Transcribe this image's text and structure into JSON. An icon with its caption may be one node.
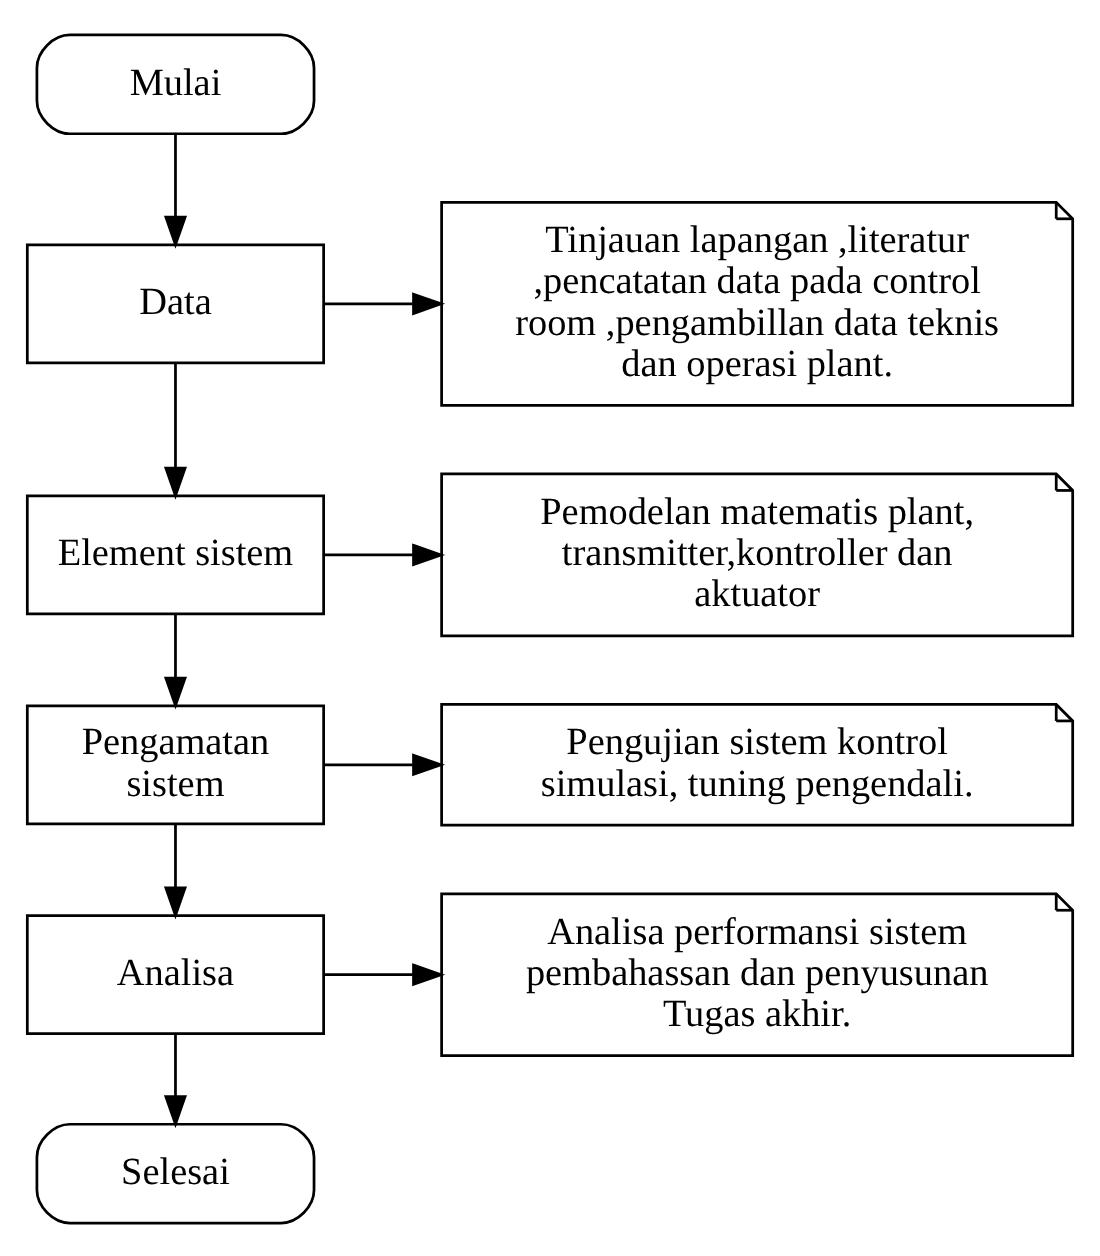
{
  "diagram": {
    "nodes": [
      {
        "text": [
          "Mulai"
        ]
      },
      {
        "text": [
          "Data"
        ]
      },
      {
        "text": [
          "Tinjauan lapangan ,literatur ,pencatatan data pada control room ,pengambillan data teknis dan operasi plant."
        ]
      },
      {
        "text": [
          "Element sistem"
        ]
      },
      {
        "text": [
          "Pemodelan matematis plant, transmitter,kontroller dan aktuator"
        ]
      },
      {
        "text": [
          "Pengamatan sistem"
        ]
      },
      {
        "text": [
          "Pengujian sistem kontrol simulasi, tuning pengendali."
        ]
      },
      {
        "text": [
          "Analisa"
        ]
      },
      {
        "text": [
          "Analisa performansi sistem pembahassan dan penyusunan Tugas akhir."
        ]
      },
      {
        "text": [
          "Selesai"
        ]
      }
    ],
    "edges": [
      {
        "from": 0,
        "to": 1,
        "arrow": "to"
      },
      {
        "from": 1,
        "to": 2,
        "arrow": "to"
      },
      {
        "from": 1,
        "to": 3,
        "arrow": "to"
      },
      {
        "from": 3,
        "to": 4,
        "arrow": "to"
      },
      {
        "from": 3,
        "to": 5,
        "arrow": "to"
      },
      {
        "from": 5,
        "to": 6,
        "arrow": "to"
      },
      {
        "from": 5,
        "to": 7,
        "arrow": "to"
      },
      {
        "from": 7,
        "to": 8,
        "arrow": "to"
      },
      {
        "from": 7,
        "to": 9,
        "arrow": "to"
      }
    ]
  }
}
